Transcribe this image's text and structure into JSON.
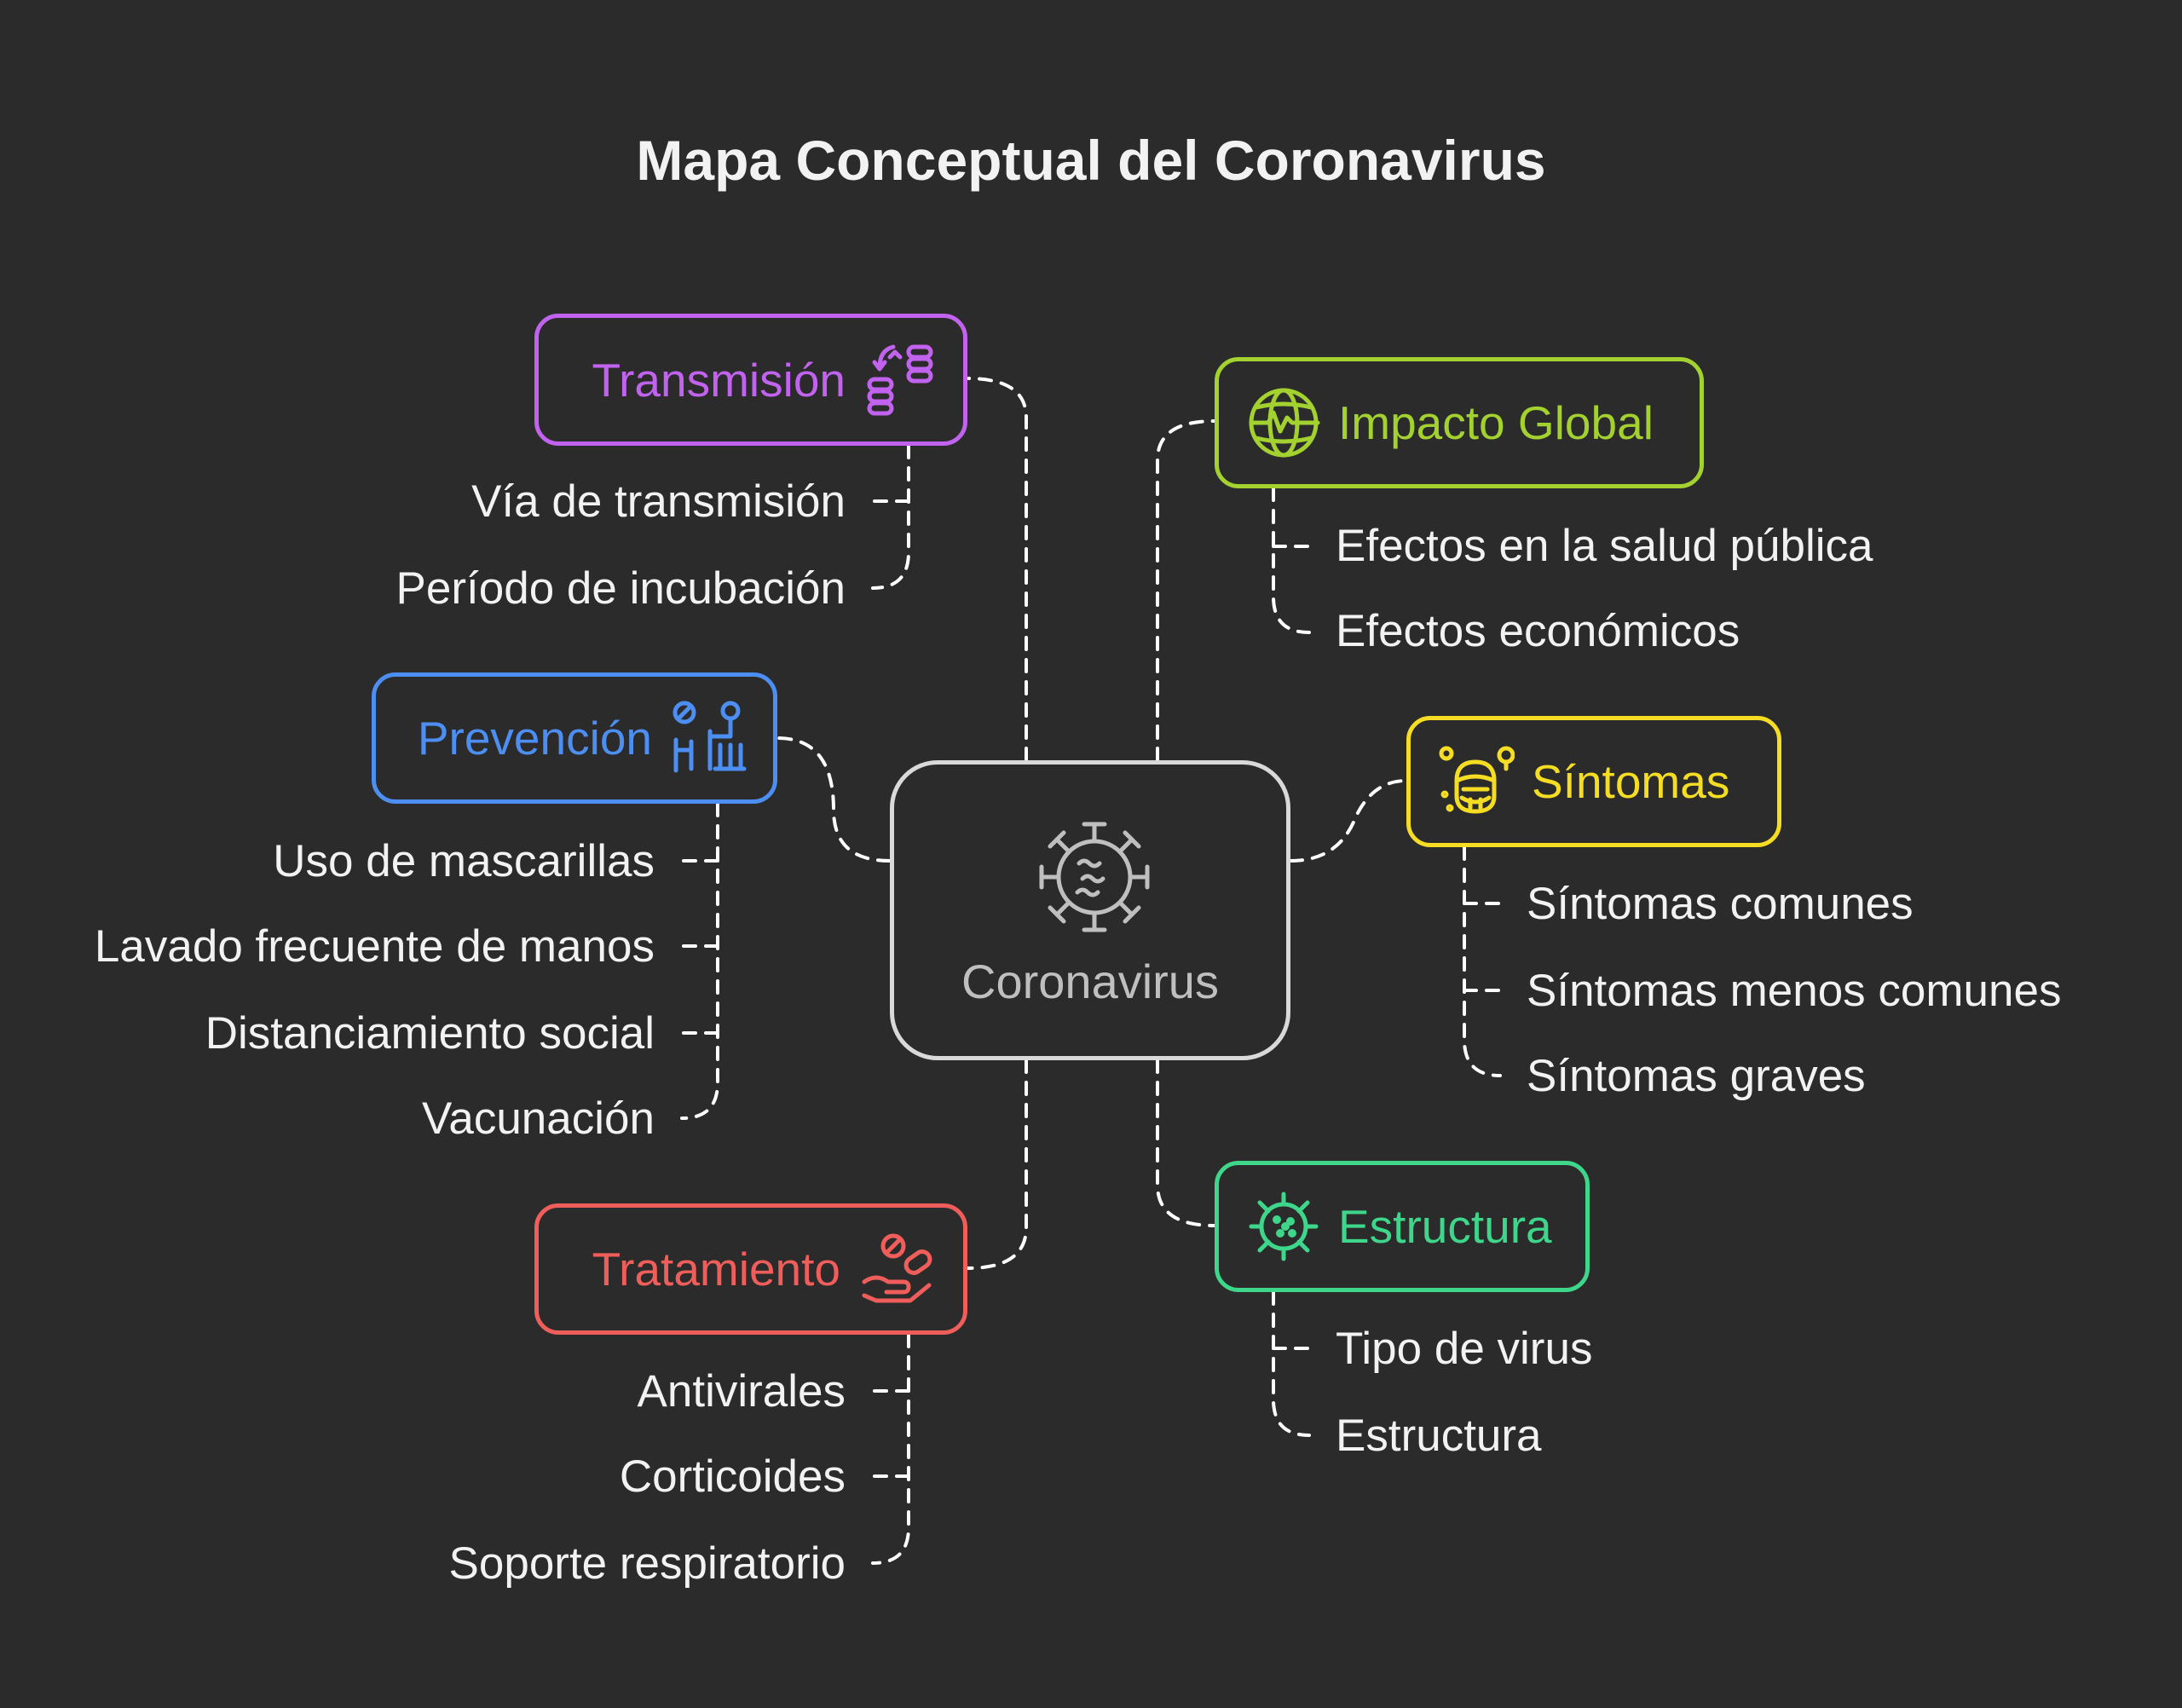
{
  "title": "Mapa Conceptual del Coronavirus",
  "center": {
    "label": "Coronavirus",
    "icon": "virus-icon",
    "color": "#d9d9d9"
  },
  "branches": {
    "transmision": {
      "label": "Transmisión",
      "icon": "transmission-icon",
      "color": "#c163ef",
      "items": [
        "Vía de transmisión",
        "Período de incubación"
      ]
    },
    "prevencion": {
      "label": "Prevención",
      "icon": "prevention-icon",
      "color": "#4d8ef2",
      "items": [
        "Uso de mascarillas",
        "Lavado frecuente de manos",
        "Distanciamiento social",
        "Vacunación"
      ]
    },
    "tratamiento": {
      "label": "Tratamiento",
      "icon": "treatment-icon",
      "color": "#ef5e5a",
      "items": [
        "Antivirales",
        "Corticoides",
        "Soporte respiratorio"
      ]
    },
    "impacto": {
      "label": "Impacto Global",
      "icon": "globe-icon",
      "color": "#a3d12f",
      "items": [
        "Efectos en la salud pública",
        "Efectos económicos"
      ]
    },
    "sintomas": {
      "label": "Síntomas",
      "icon": "sick-face-icon",
      "color": "#f5dd24",
      "items": [
        "Síntomas comunes",
        "Síntomas menos comunes",
        "Síntomas graves"
      ]
    },
    "estructura": {
      "label": "Estructura",
      "icon": "bacteria-icon",
      "color": "#3dd68a",
      "items": [
        "Tipo de virus",
        "Estructura"
      ]
    }
  }
}
